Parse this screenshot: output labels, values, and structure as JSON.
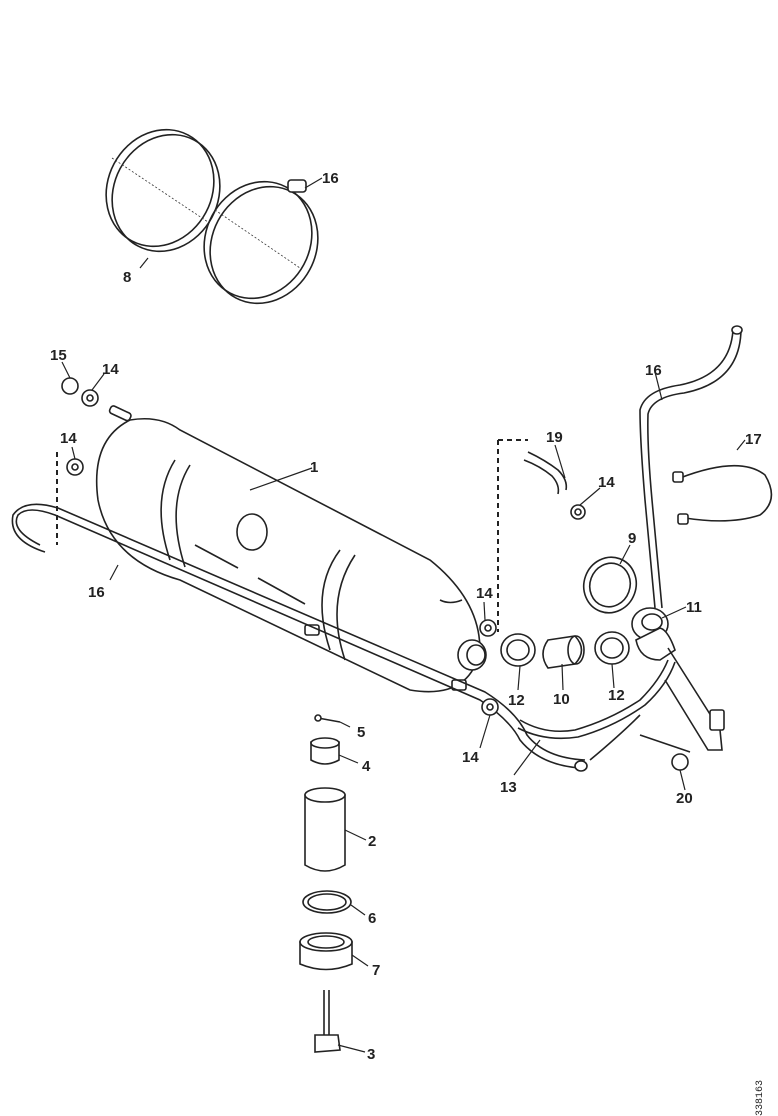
{
  "diagram": {
    "callouts": {
      "c1": "1",
      "c2": "2",
      "c3": "3",
      "c4": "4",
      "c5": "5",
      "c6": "6",
      "c7": "7",
      "c8": "8",
      "c9": "9",
      "c10": "10",
      "c11": "11",
      "c12a": "12",
      "c12b": "12",
      "c13": "13",
      "c14a": "14",
      "c14b": "14",
      "c14c": "14",
      "c14d": "14",
      "c14e": "14",
      "c15": "15",
      "c16a": "16",
      "c16b": "16",
      "c16c": "16",
      "c17": "17",
      "c19": "19",
      "c20": "20"
    },
    "reference_code": "338163"
  }
}
